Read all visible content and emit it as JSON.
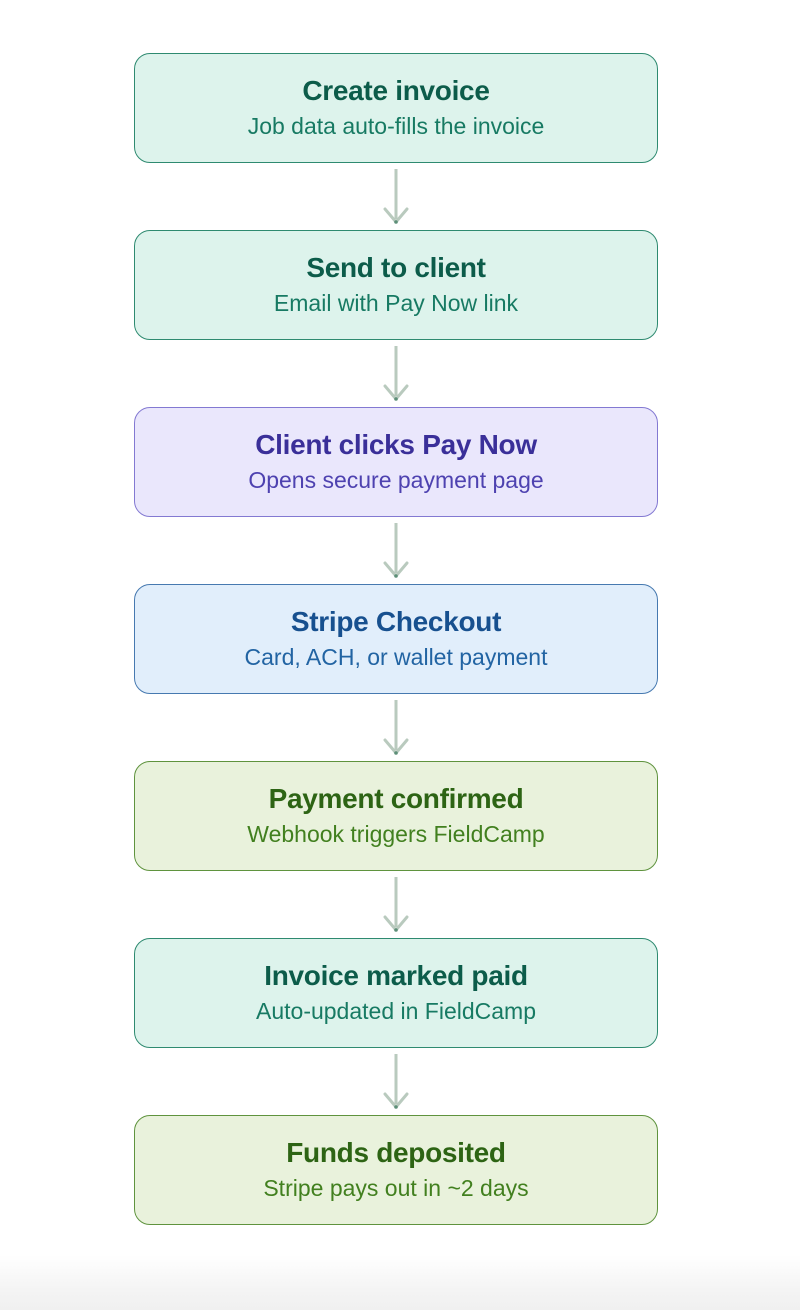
{
  "flow": {
    "arrow_color": "#b9cabe",
    "arrow_tip_color": "#5d8f78",
    "steps": [
      {
        "title": "Create invoice",
        "subtitle": "Job data auto-fills the invoice",
        "variant": "teal"
      },
      {
        "title": "Send to client",
        "subtitle": "Email with Pay Now link",
        "variant": "teal"
      },
      {
        "title": "Client clicks Pay Now",
        "subtitle": "Opens secure payment page",
        "variant": "purple"
      },
      {
        "title": "Stripe Checkout",
        "subtitle": "Card, ACH, or wallet payment",
        "variant": "blue"
      },
      {
        "title": "Payment confirmed",
        "subtitle": "Webhook triggers FieldCamp",
        "variant": "green"
      },
      {
        "title": "Invoice marked paid",
        "subtitle": "Auto-updated in FieldCamp",
        "variant": "teal"
      },
      {
        "title": "Funds deposited",
        "subtitle": "Stripe pays out in ~2 days",
        "variant": "green"
      }
    ],
    "variants": {
      "teal": {
        "bg": "#ddf3ec",
        "border": "#2e8a70",
        "title": "#0c5c4a",
        "subtitle": "#177a63"
      },
      "purple": {
        "bg": "#eae7fc",
        "border": "#8379d2",
        "title": "#3a2f99",
        "subtitle": "#4e42b0"
      },
      "blue": {
        "bg": "#e1eefb",
        "border": "#4679b0",
        "title": "#17508f",
        "subtitle": "#2264a3"
      },
      "green": {
        "bg": "#e9f2dc",
        "border": "#5f933e",
        "title": "#2d6414",
        "subtitle": "#42801f"
      }
    }
  }
}
